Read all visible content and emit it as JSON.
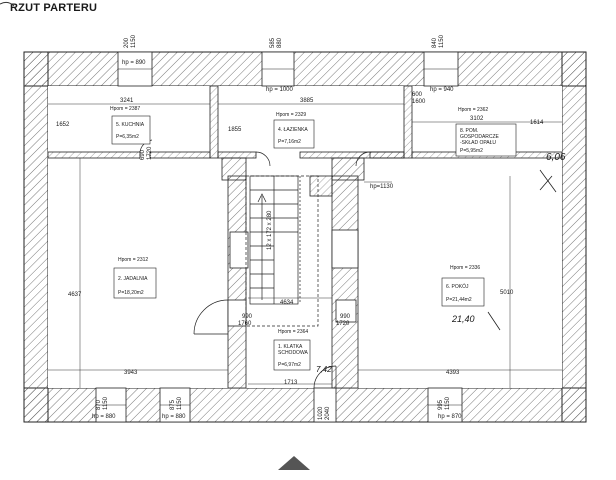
{
  "title": "RZUT PARTERU",
  "rooms": [
    {
      "name": "5. KUCHNIA",
      "area": "P=6,35m2",
      "height": "Hpom = 2387",
      "width_dim": "3241",
      "depth_dim": "1652"
    },
    {
      "name": "4. ŁAZIENKA",
      "area": "P=7,16m2",
      "height": "Hpom = 2329",
      "width_dim": "3885",
      "depth_dim": "1855"
    },
    {
      "name_line1": "8. POM.",
      "name_line2": "GOSPODARCZE",
      "name_line3": "-SKŁAD OPAŁU",
      "area": "P=5,95m2",
      "height": "Hpom = 2362",
      "width_dim": "3102",
      "depth_dim": "1614"
    },
    {
      "name": "2. JADALNIA",
      "area": "P=18,20m2",
      "height": "Hpom = 2312",
      "width_dim": "3943",
      "depth_dim": "4637"
    },
    {
      "name_line1": "1. KLATKA",
      "name_line2": "SCHODOWA",
      "area": "P=6,97m2",
      "height": "Hpom = 2364",
      "width_dim": "1713",
      "depth_dim": "4634"
    },
    {
      "name": "6. POKÓJ",
      "area": "P=21,44m2",
      "height": "Hpom = 2336",
      "width_dim": "4393",
      "depth_dim": "5010"
    }
  ],
  "openings": {
    "hp890": "hp = 890",
    "hp1000": "hp = 1000",
    "hp940": "hp = 940",
    "hp1130": "hp=1130",
    "hp880a": "hp = 880",
    "hp880b": "hp = 880",
    "hp870": "hp = 870"
  },
  "dims": {
    "top1a": "200",
    "top1b": "1150",
    "top2a": "585",
    "top2b": "880",
    "top3a": "840",
    "top3b": "1150",
    "d600": "600",
    "d1600": "1600",
    "d690": "690",
    "d1720": "1720",
    "stairs_left_a": "990",
    "stairs_left_b": "1760",
    "stairs_right_a": "990",
    "stairs_right_b": "1720",
    "stair_note": "12 x 172 x 280",
    "bot1a": "870",
    "bot1b": "1150",
    "bot2a": "875",
    "bot2b": "1150",
    "bot3a": "1020",
    "bot3b": "2040",
    "bot4a": "995",
    "bot4b": "1150"
  },
  "handwritten": {
    "note1": "6,06",
    "note2": "21,40",
    "note3": "7,42"
  }
}
